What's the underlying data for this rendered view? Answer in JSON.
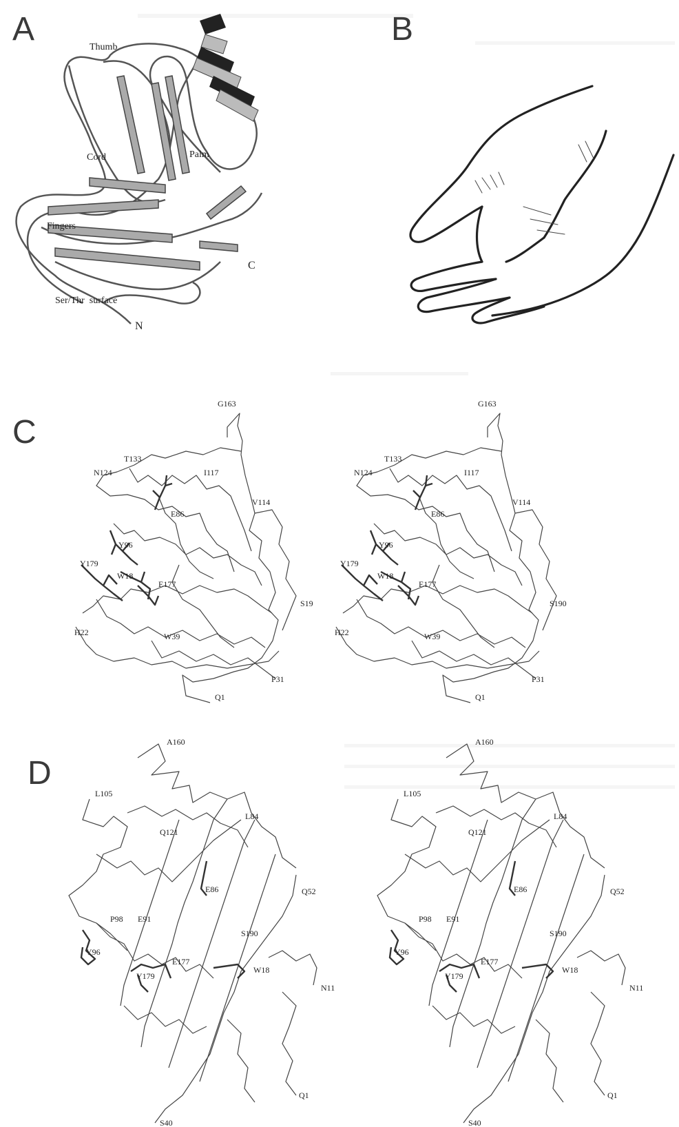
{
  "panels": {
    "a": {
      "letter": "A",
      "labels": {
        "thumb": "Thumb",
        "cord": "Cord",
        "palm": "Palm",
        "fingers": "Fingers",
        "c_term": "C",
        "surface": "Ser/Thr  surface",
        "n_term": "N"
      }
    },
    "b": {
      "letter": "B"
    },
    "c": {
      "letter": "C",
      "left": {
        "g163": "G163",
        "t133": "T133",
        "n124": "N124",
        "i117": "I117",
        "v114": "V114",
        "e86": "E86",
        "y96": "Y96",
        "y179": "Y179",
        "w18": "W18",
        "e177": "E177",
        "s190": "S19",
        "h22": "H22",
        "w39": "W39",
        "p31": "P31",
        "q1": "Q1"
      },
      "right": {
        "g163": "G163",
        "t133": "T133",
        "n124": "N124",
        "i117": "I117",
        "v114": "V114",
        "e86": "E86",
        "y96": "Y96",
        "y179": "Y179",
        "w18": "W18",
        "e177": "E177",
        "s190": "S190",
        "h22": "H22",
        "w39": "W39",
        "p31": "P31",
        "q1": "Q1"
      }
    },
    "d": {
      "letter": "D",
      "left": {
        "a160": "A160",
        "l105": "L105",
        "l84": "L84",
        "q121": "Q121",
        "e86": "E86",
        "q52": "Q52",
        "p98": "P98",
        "e91": "E91",
        "s190": "S190",
        "y96": "Y96",
        "y179": "Y179",
        "e177": "E177",
        "w18": "W18",
        "n11": "N11",
        "q1": "Q1",
        "s40": "S40"
      },
      "right": {
        "a160": "A160",
        "l105": "L105",
        "l84": "L84",
        "q121": "Q121",
        "e86": "E86",
        "q52": "Q52",
        "p98": "P98",
        "e91": "E91",
        "s190": "S190",
        "y96": "Y96",
        "y179": "Y179",
        "e177": "E177",
        "w18": "W18",
        "n11": "N11",
        "q1": "Q1",
        "s40": "S40"
      }
    }
  }
}
